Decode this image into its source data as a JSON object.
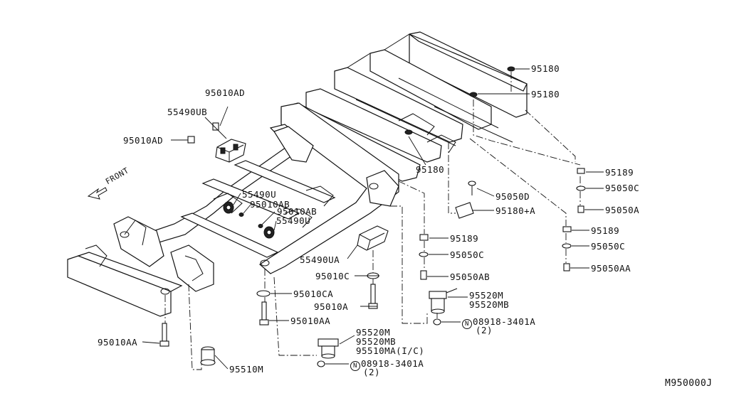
{
  "diagram_code": "M950000J",
  "front_label": "FRONT",
  "callouts": {
    "c_95180_top": "95180",
    "c_95180_mid": "95180",
    "c_95180_low": "95180",
    "c_95189_r": "95189",
    "c_95050c_r": "95050C",
    "c_95050a_r": "95050A",
    "c_95050d": "95050D",
    "c_95180a": "95180+A",
    "c_95189_m": "95189",
    "c_95050c_m": "95050C",
    "c_95050ab": "95050AB",
    "c_95189_r2": "95189",
    "c_95050c_r2": "95050C",
    "c_95050aa": "95050AA",
    "c_95520m_r": "95520M",
    "c_95520mb_r": "95520MB",
    "c_bolt_r": "08918-3401A",
    "c_bolt_r_qty": "(2)",
    "c_95520m_c": "95520M",
    "c_95520mb_c": "95520MB",
    "c_95510ma": "95510MA(I/C)",
    "c_bolt_c": "08918-3401A",
    "c_bolt_c_qty": "(2)",
    "c_95510m": "95510M",
    "c_95010aa_l": "95010AA",
    "c_95010aa_c": "95010AA",
    "c_95010a": "95010A",
    "c_95010ca": "95010CA",
    "c_95010c": "95010C",
    "c_55490ua": "55490UA",
    "c_55490u_1": "55490U",
    "c_95010ab_1": "95010AB",
    "c_95010ab_2": "95010AB",
    "c_55490u_2": "55490U",
    "c_95010ad_1": "95010AD",
    "c_55490ub": "55490UB",
    "c_95010ad_2": "95010AD"
  },
  "bolt_symbol": "N"
}
